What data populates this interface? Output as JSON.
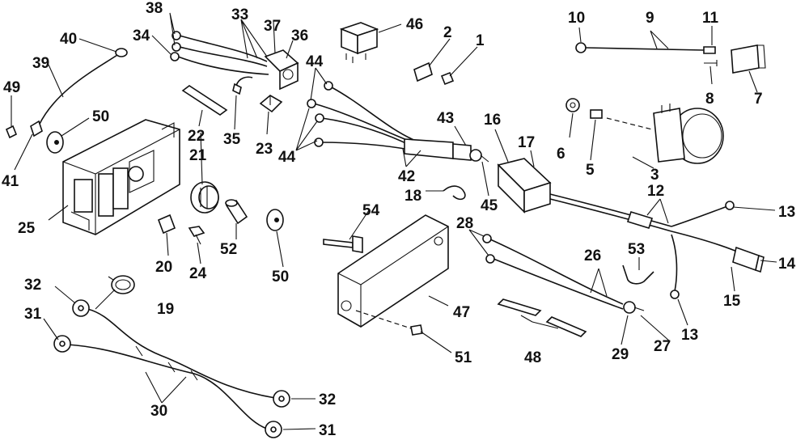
{
  "diagram": {
    "callouts": [
      {
        "id": "c1",
        "text": "1"
      },
      {
        "id": "c2",
        "text": "2"
      },
      {
        "id": "c3",
        "text": "3"
      },
      {
        "id": "c5",
        "text": "5"
      },
      {
        "id": "c6",
        "text": "6"
      },
      {
        "id": "c7",
        "text": "7"
      },
      {
        "id": "c8",
        "text": "8"
      },
      {
        "id": "c9",
        "text": "9"
      },
      {
        "id": "c10",
        "text": "10"
      },
      {
        "id": "c11",
        "text": "11"
      },
      {
        "id": "c12",
        "text": "12"
      },
      {
        "id": "c13a",
        "text": "13"
      },
      {
        "id": "c13b",
        "text": "13"
      },
      {
        "id": "c14",
        "text": "14"
      },
      {
        "id": "c15",
        "text": "15"
      },
      {
        "id": "c16",
        "text": "16"
      },
      {
        "id": "c17",
        "text": "17"
      },
      {
        "id": "c18",
        "text": "18"
      },
      {
        "id": "c19",
        "text": "19"
      },
      {
        "id": "c20",
        "text": "20"
      },
      {
        "id": "c21",
        "text": "21"
      },
      {
        "id": "c22",
        "text": "22"
      },
      {
        "id": "c23",
        "text": "23"
      },
      {
        "id": "c24",
        "text": "24"
      },
      {
        "id": "c25",
        "text": "25"
      },
      {
        "id": "c26",
        "text": "26"
      },
      {
        "id": "c27",
        "text": "27"
      },
      {
        "id": "c28",
        "text": "28"
      },
      {
        "id": "c29",
        "text": "29"
      },
      {
        "id": "c30",
        "text": "30"
      },
      {
        "id": "c31a",
        "text": "31"
      },
      {
        "id": "c31b",
        "text": "31"
      },
      {
        "id": "c32a",
        "text": "32"
      },
      {
        "id": "c32b",
        "text": "32"
      },
      {
        "id": "c33",
        "text": "33"
      },
      {
        "id": "c34",
        "text": "34"
      },
      {
        "id": "c35",
        "text": "35"
      },
      {
        "id": "c36",
        "text": "36"
      },
      {
        "id": "c37",
        "text": "37"
      },
      {
        "id": "c38",
        "text": "38"
      },
      {
        "id": "c39",
        "text": "39"
      },
      {
        "id": "c40",
        "text": "40"
      },
      {
        "id": "c41",
        "text": "41"
      },
      {
        "id": "c42",
        "text": "42"
      },
      {
        "id": "c43",
        "text": "43"
      },
      {
        "id": "c44a",
        "text": "44"
      },
      {
        "id": "c44b",
        "text": "44"
      },
      {
        "id": "c45",
        "text": "45"
      },
      {
        "id": "c46",
        "text": "46"
      },
      {
        "id": "c47",
        "text": "47"
      },
      {
        "id": "c48",
        "text": "48"
      },
      {
        "id": "c49",
        "text": "49"
      },
      {
        "id": "c50a",
        "text": "50"
      },
      {
        "id": "c50b",
        "text": "50"
      },
      {
        "id": "c51",
        "text": "51"
      },
      {
        "id": "c52",
        "text": "52"
      },
      {
        "id": "c53",
        "text": "53"
      },
      {
        "id": "c54",
        "text": "54"
      }
    ]
  }
}
